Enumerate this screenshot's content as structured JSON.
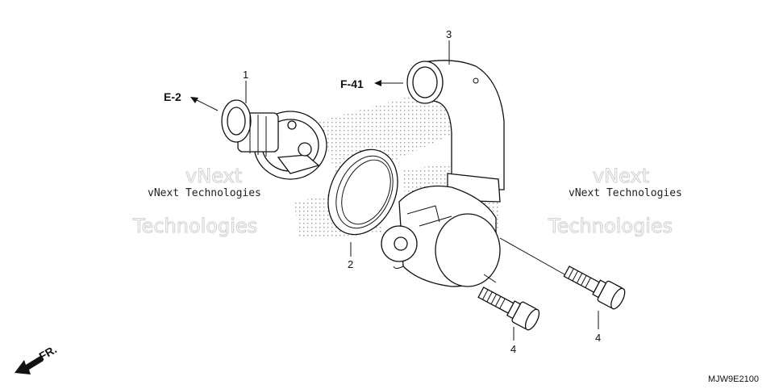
{
  "callouts": {
    "thermostat": "1",
    "o_ring": "2",
    "water_pipe": "3",
    "bolt_left": "4",
    "bolt_right": "4"
  },
  "references": {
    "e2": "E-2",
    "f41": "F-41"
  },
  "front_label": "FR.",
  "diagram_code": "MJW9E2100",
  "watermark": {
    "left_line1": "vNext Technologies",
    "left_line2": "vNext",
    "left_line3": "Technologies",
    "right_line1": "vNext Technologies",
    "right_line2": "vNext",
    "right_line3": "Technologies"
  }
}
